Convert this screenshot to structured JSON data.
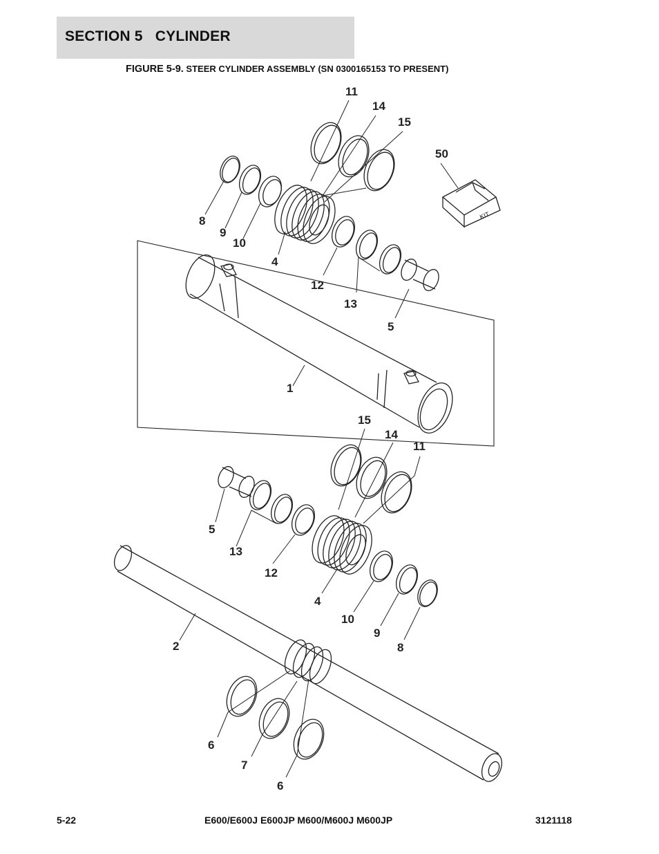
{
  "header": {
    "section": "SECTION 5   CYLINDER",
    "figure_label": "FIGURE 5-9.",
    "figure_caption": " STEER CYLINDER ASSEMBLY (SN 0300165153 TO PRESENT)"
  },
  "callouts": {
    "top_11": "11",
    "top_14": "14",
    "top_15": "15",
    "kit_50": "50",
    "top_8": "8",
    "top_9": "9",
    "top_10": "10",
    "top_4": "4",
    "top_12": "12",
    "top_13": "13",
    "top_5": "5",
    "barrel_1": "1",
    "bot_15": "15",
    "bot_14": "14",
    "bot_11": "11",
    "bot_5": "5",
    "bot_13": "13",
    "bot_12": "12",
    "bot_4": "4",
    "bot_10": "10",
    "bot_9": "9",
    "bot_8": "8",
    "rod_2": "2",
    "ring_6a": "6",
    "ring_7": "7",
    "ring_6b": "6"
  },
  "kit_label": "KIT",
  "footer": {
    "page": "5-22",
    "models": "E600/E600J E600JP M600/M600J M600JP",
    "doc_number": "3121118"
  }
}
